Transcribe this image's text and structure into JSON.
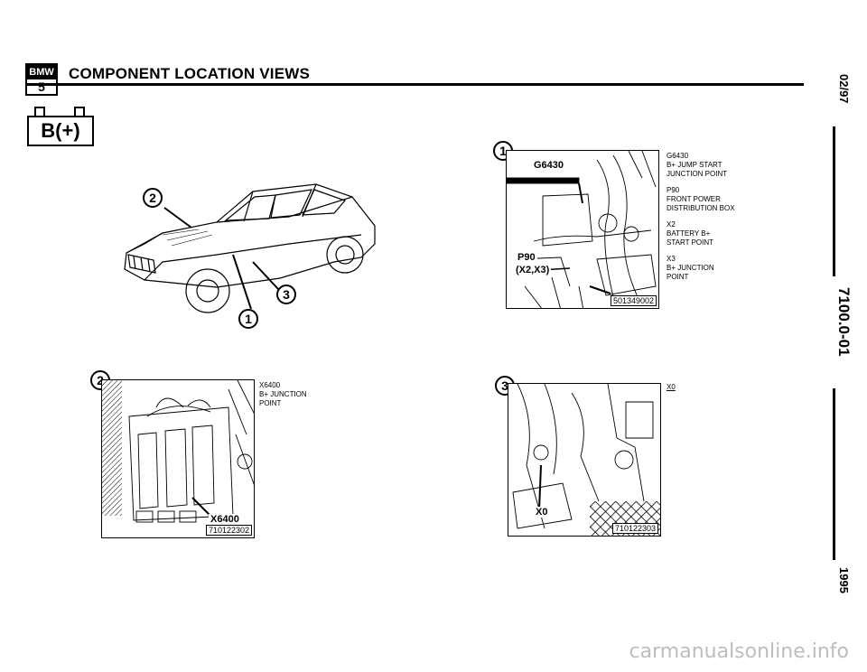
{
  "header": {
    "logo_top": "BMW",
    "logo_bottom": "5",
    "title": "COMPONENT LOCATION VIEWS",
    "battery_label": "B(+)"
  },
  "sidebar": {
    "date": "02/97",
    "section": "7100.0-01",
    "year": "1995"
  },
  "car_view": {
    "callouts": [
      "2",
      "3",
      "1"
    ]
  },
  "figure1": {
    "callout": "1",
    "label_g": "G6430",
    "label_p": "P90",
    "label_x": "(X2,X3)",
    "part_number": "501349002",
    "legend": [
      {
        "code": "G6430",
        "desc": [
          "B+ JUMP START",
          "JUNCTION POINT"
        ]
      },
      {
        "code": "P90",
        "desc": [
          "FRONT POWER",
          "DISTRIBUTION BOX"
        ]
      },
      {
        "code": "X2",
        "desc": [
          "BATTERY B+",
          "START POINT"
        ]
      },
      {
        "code": "X3",
        "desc": [
          "B+ JUNCTION",
          "POINT"
        ]
      }
    ]
  },
  "figure2": {
    "callout": "2",
    "label": "X6400",
    "part_number": "710122302",
    "legend": [
      {
        "code": "X6400",
        "desc": [
          "B+ JUNCTION",
          "POINT"
        ]
      }
    ]
  },
  "figure3": {
    "callout": "3",
    "label": "X0",
    "part_number": "710122303",
    "legend": [
      {
        "code": "X0",
        "desc": []
      }
    ]
  },
  "watermark": "carmanualsonline.info"
}
